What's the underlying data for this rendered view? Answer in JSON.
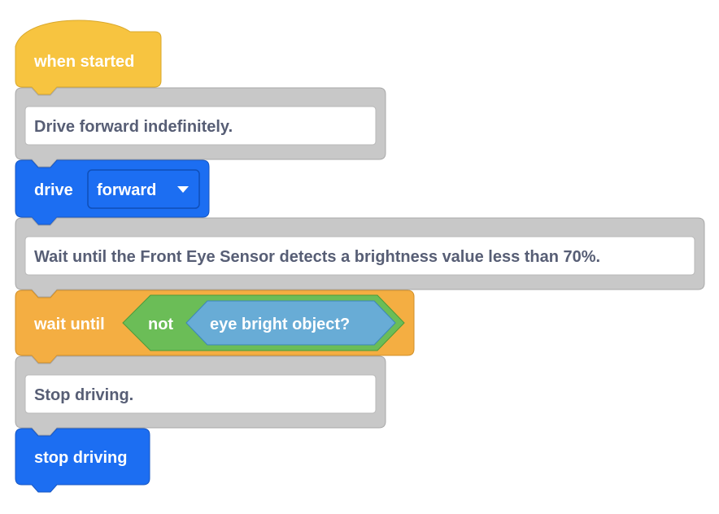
{
  "colors": {
    "events": "#f7c440",
    "events_stroke": "#d9a82c",
    "comment_block": "#c8c8c8",
    "comment_block_stroke": "#a9a9a9",
    "motion": "#1c6ef2",
    "motion_stroke": "#1756c2",
    "control": "#f4ae42",
    "control_stroke": "#d18f28",
    "operator": "#6bbd57",
    "operator_stroke": "#4b9a3b",
    "sensing": "#68acd6",
    "sensing_stroke": "#3d86b8",
    "comment_text": "#575e75"
  },
  "blocks": {
    "hat": {
      "label": "when started"
    },
    "comment1": {
      "text": "Drive forward indefinitely."
    },
    "drive": {
      "label": "drive",
      "direction": "forward",
      "dropdown_icon": "caret-down-icon"
    },
    "comment2": {
      "text": "Wait until the Front Eye Sensor detects a brightness value less than 70%."
    },
    "wait": {
      "label": "wait until",
      "operator": "not",
      "sensor": "eye bright object?"
    },
    "comment3": {
      "text": "Stop driving."
    },
    "stop": {
      "label": "stop driving"
    }
  }
}
